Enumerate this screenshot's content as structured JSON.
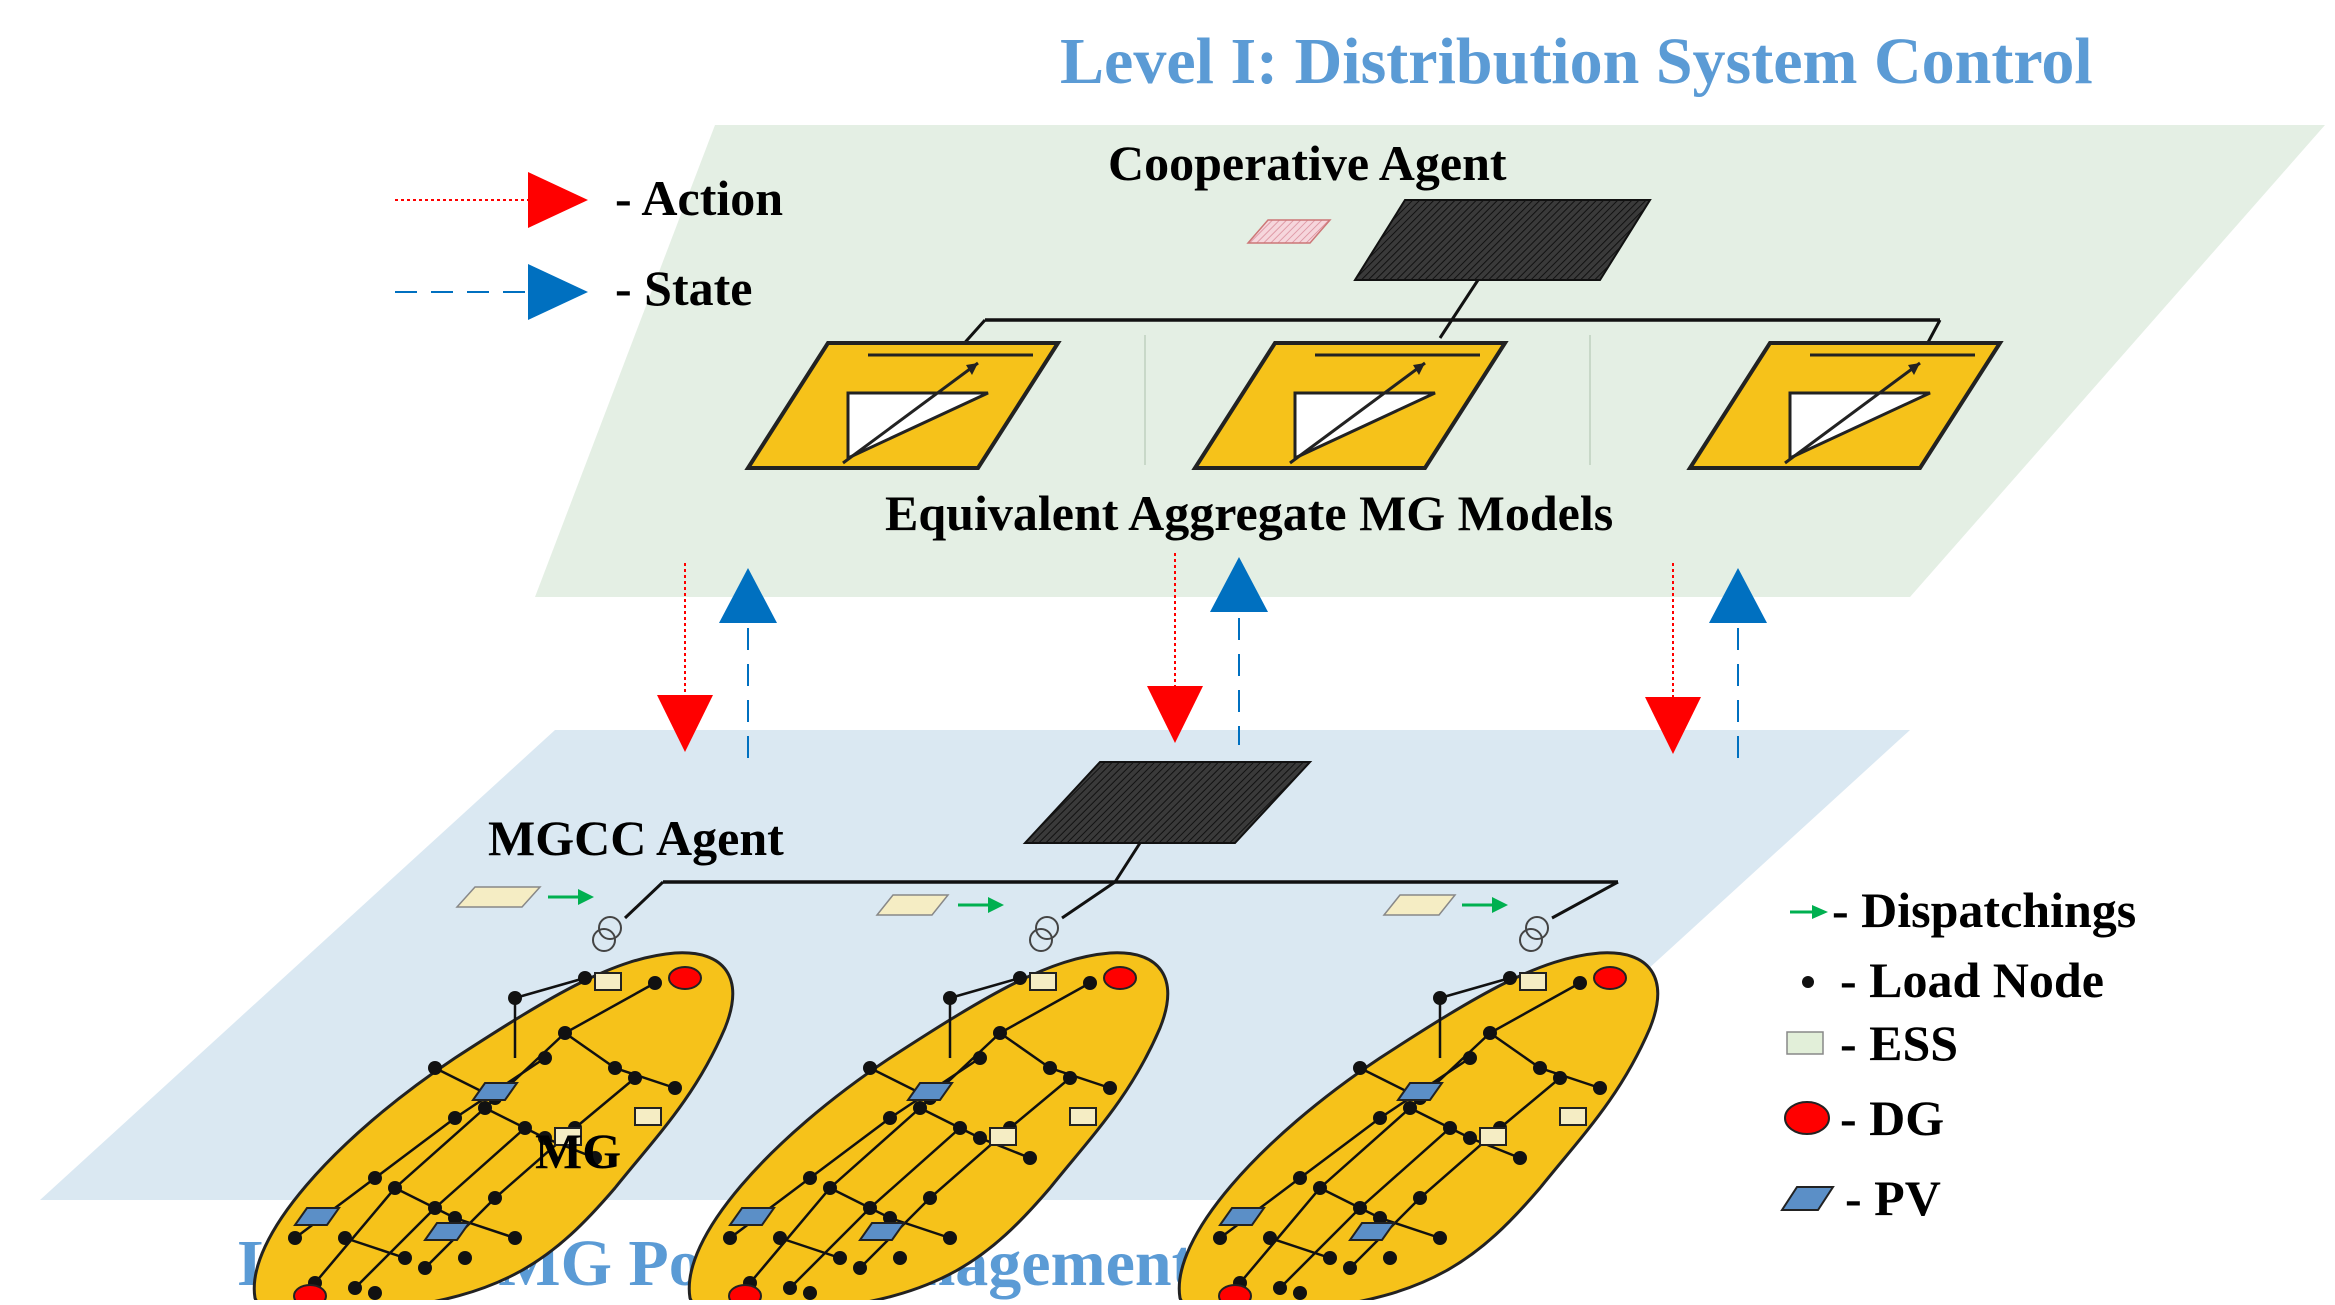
{
  "titles": {
    "level1": "Level I: Distribution System Control",
    "level2": "Level II: MG Power Management"
  },
  "labels": {
    "cooperative_agent": "Cooperative Agent",
    "equivalent_models": "Equivalent Aggregate MG Models",
    "mgcc_agent": "MGCC Agent",
    "mg": "MG"
  },
  "legend_top": {
    "action": "- Action",
    "state": "- State"
  },
  "legend_bottom": {
    "dispatchings": "- Dispatchings",
    "load_node": "- Load Node",
    "ess": "- ESS",
    "dg": "- DG",
    "pv": "- PV"
  },
  "colors": {
    "title_blue": "#5b9bd5",
    "action_red": "#ff0000",
    "state_blue": "#0070c0",
    "dispatch_green": "#00b050",
    "top_plane": "#e4efe4",
    "bottom_plane": "#dae8f2",
    "mg_yellow": "#f6c21a",
    "agent_dark": "#2a2a2a",
    "ess_fill": "#f5edc4",
    "pv_fill": "#5b8fc7"
  }
}
